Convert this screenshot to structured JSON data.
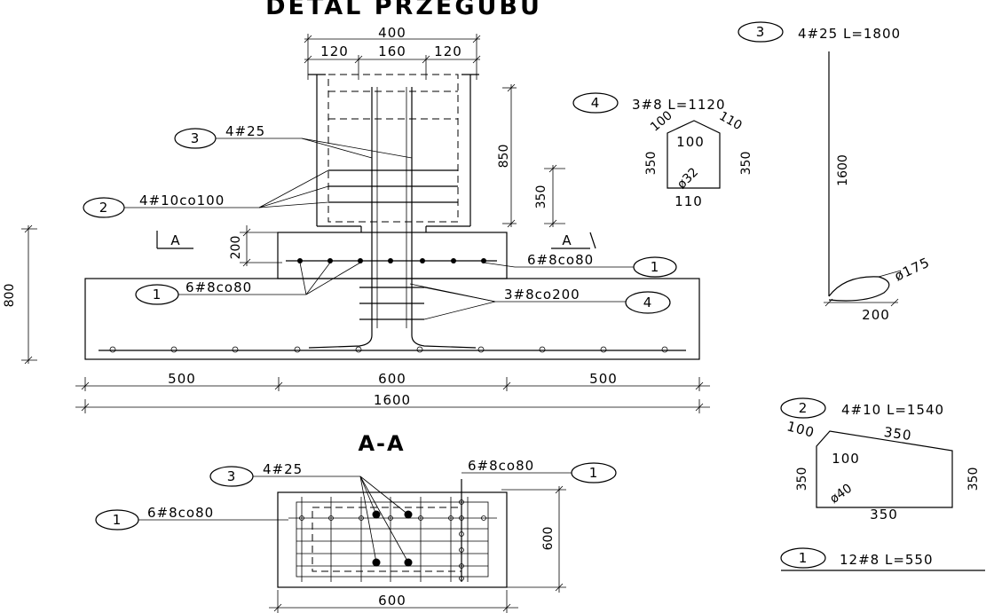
{
  "title": "DETAL PRZEGUBU",
  "section_title": "A-A",
  "section_marker": "A",
  "dims": {
    "col_width": "400",
    "col_left": "120",
    "col_mid": "160",
    "col_right": "120",
    "col_height": "850",
    "bar_350": "350",
    "pedestal_200": "200",
    "foot_height": "800",
    "foot_left": "500",
    "foot_mid": "600",
    "foot_right": "500",
    "foot_total": "1600",
    "sec_h": "600",
    "sec_w": "600"
  },
  "callouts": {
    "c3_main": {
      "num": "3",
      "text": "4#25"
    },
    "c2_main": {
      "num": "2",
      "text": "4#10co100"
    },
    "c1_top": {
      "num": "1",
      "text": "6#8co80"
    },
    "c1_left": {
      "num": "1",
      "text": "6#8co80"
    },
    "c4_main": {
      "num": "4",
      "text": "3#8co200"
    },
    "c3_sec": {
      "num": "3",
      "text": "4#25"
    },
    "c1_sec_top": {
      "num": "1",
      "text": "6#8co80"
    },
    "c1_sec_left": {
      "num": "1",
      "text": "6#8co80"
    }
  },
  "bars": {
    "bar3": {
      "num": "3",
      "spec": "4#25  L=1800",
      "len": "1600",
      "diam": "ø175",
      "base": "200"
    },
    "bar4": {
      "num": "4",
      "spec": "3#8  L=1120",
      "t1": "100",
      "t2": "110",
      "inner": "100",
      "left": "350",
      "right": "350",
      "bend": "ø32",
      "bottom": "110"
    },
    "bar2": {
      "num": "2",
      "spec": "4#10  L=1540",
      "t1": "100",
      "t2": "350",
      "inner": "100",
      "left": "350",
      "right": "350",
      "bend": "ø40",
      "bottom": "350"
    },
    "bar1": {
      "num": "1",
      "spec": "12#8  L=550"
    }
  }
}
